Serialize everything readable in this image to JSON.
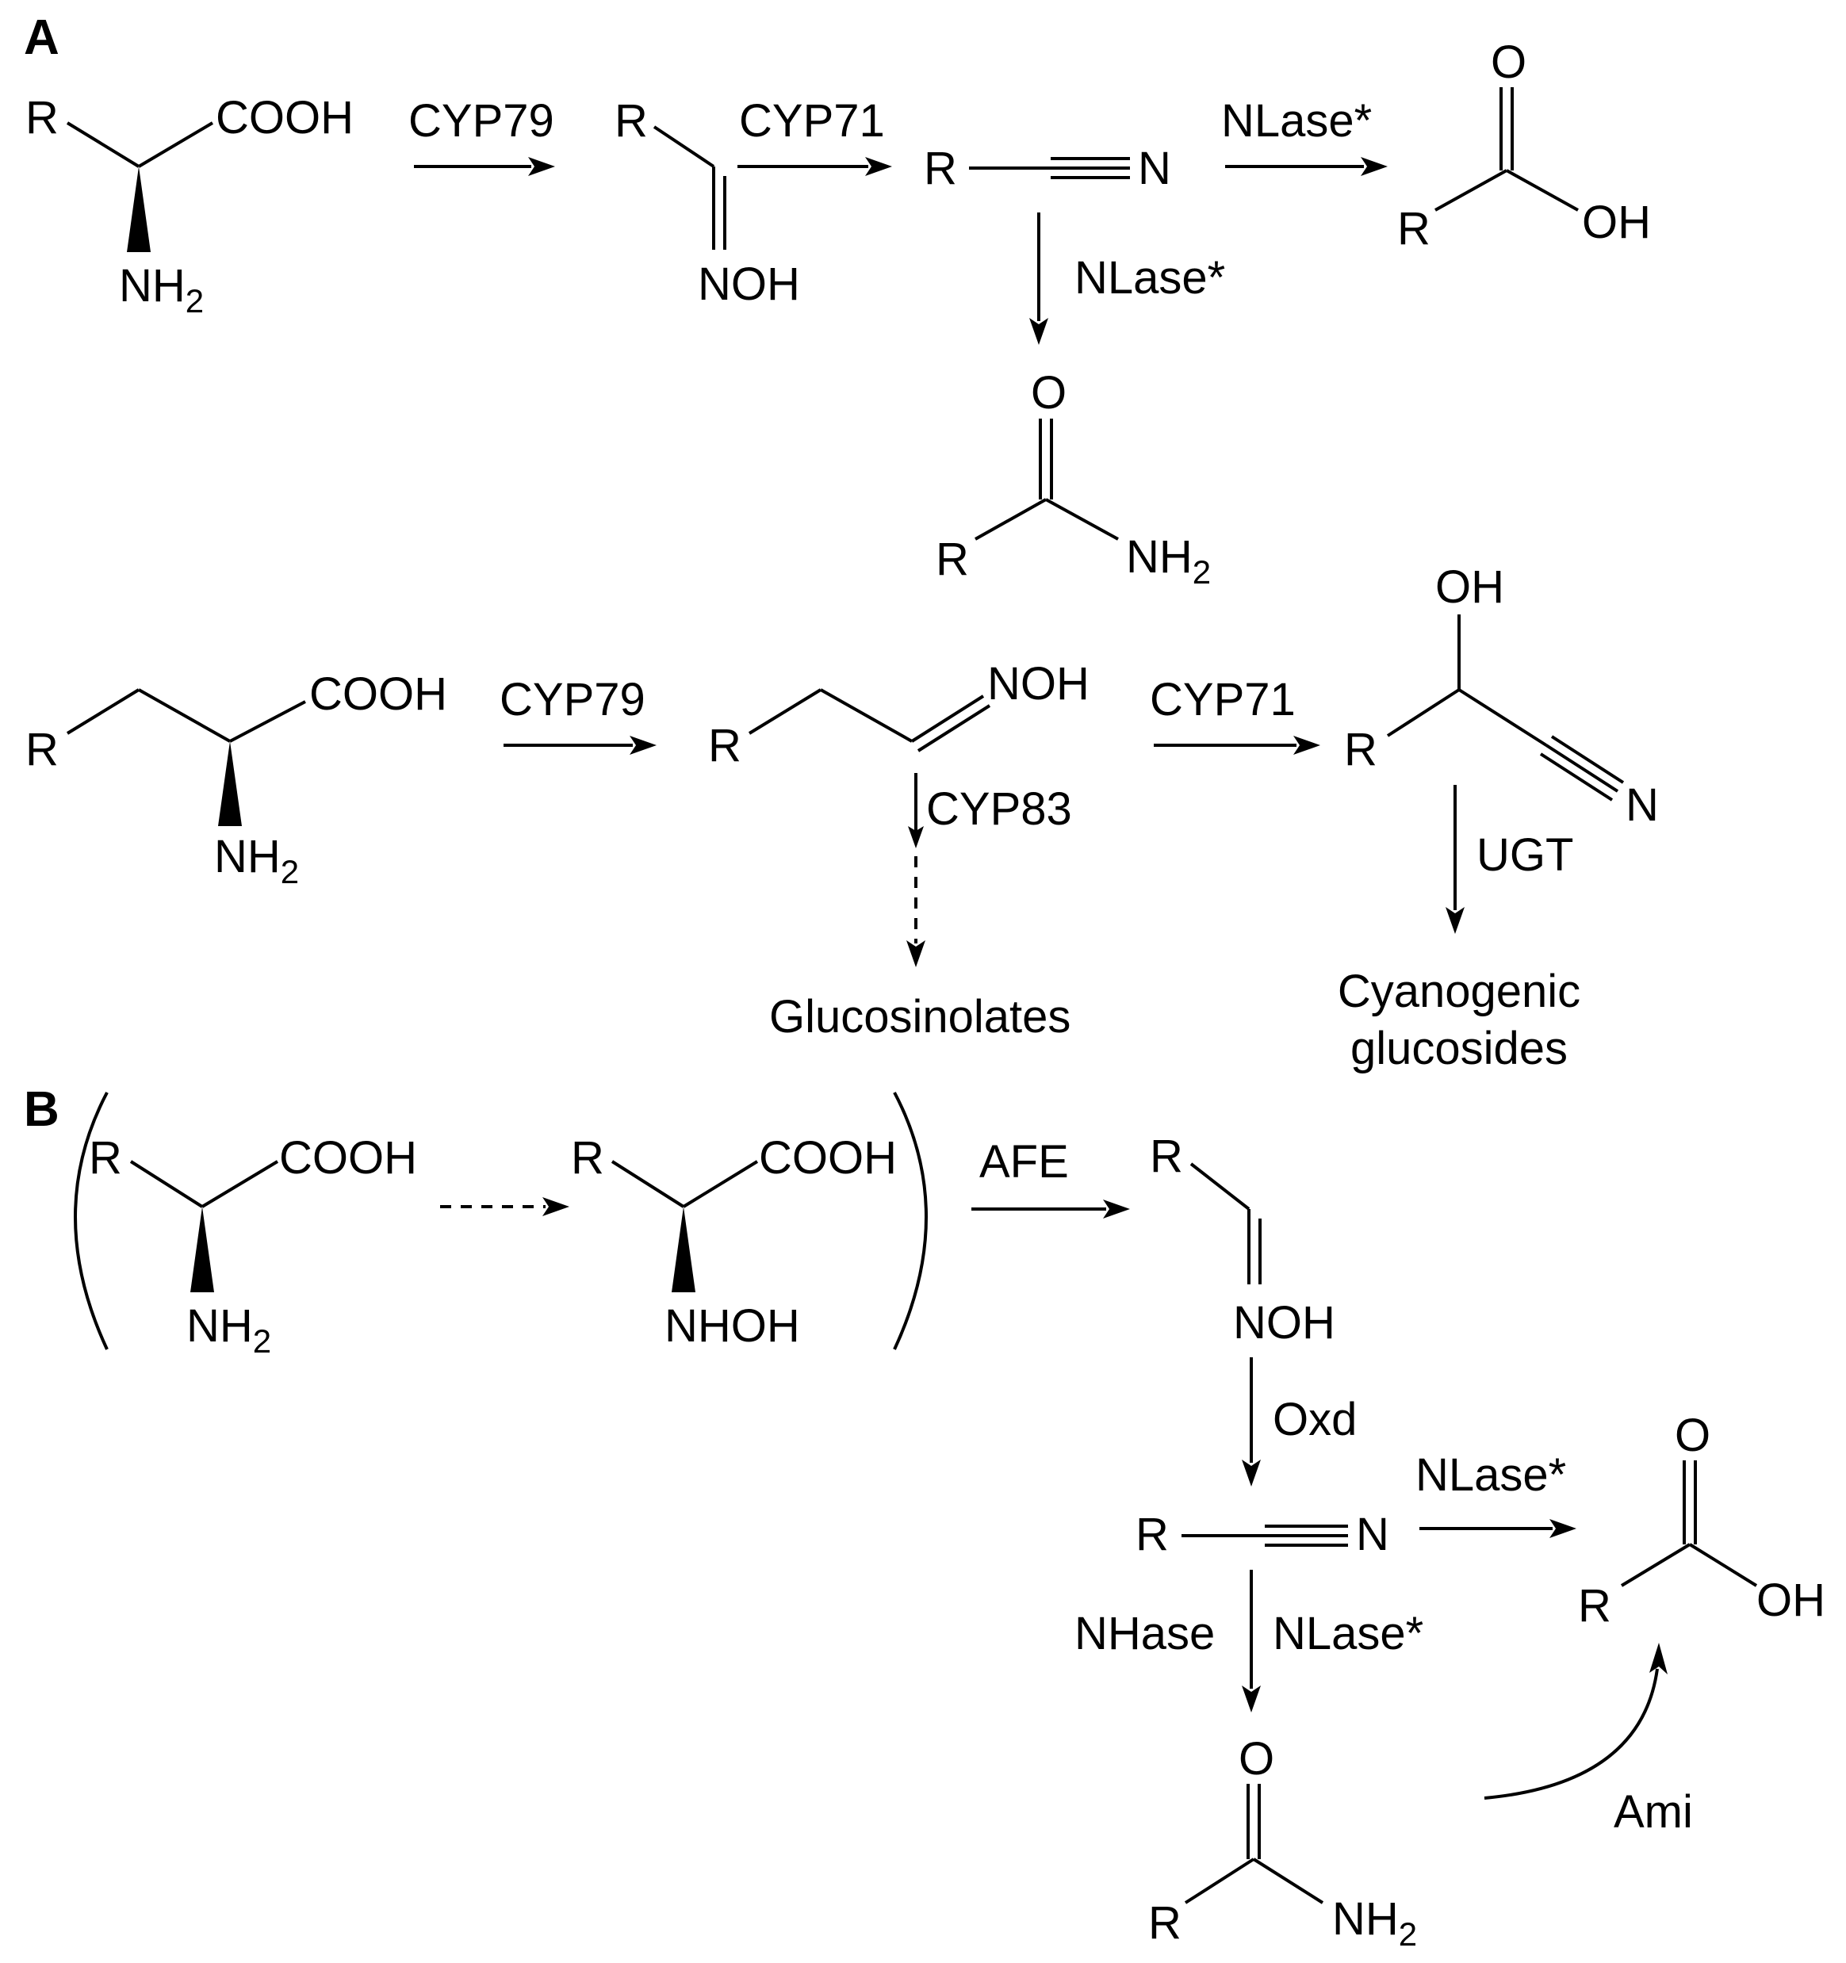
{
  "panels": {
    "a": "A",
    "b": "B"
  },
  "atoms": {
    "r": "R",
    "cooh": "COOH",
    "nh": "NH",
    "h": "H",
    "sub2": "2",
    "noh": "NOH",
    "n": "N",
    "o": "O",
    "oh": "OH",
    "nhoh": "NHOH"
  },
  "enzymes": {
    "cyp79": "CYP79",
    "cyp71": "CYP71",
    "cyp83": "CYP83",
    "nlase": "NLase*",
    "ugt": "UGT",
    "afe": "AFE",
    "oxd": "Oxd",
    "nhase": "NHase",
    "ami": "Ami"
  },
  "products": {
    "glucosinolates": "Glucosinolates",
    "cyanogenic_1": "Cyanogenic",
    "cyanogenic_2": "glucosides"
  }
}
